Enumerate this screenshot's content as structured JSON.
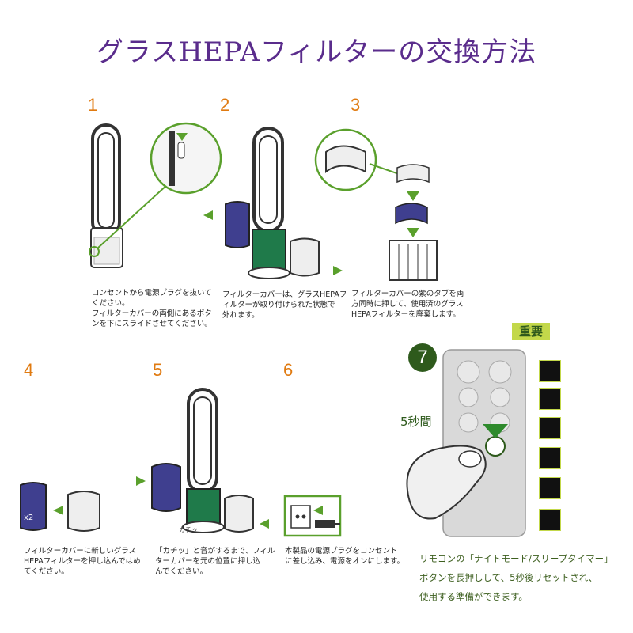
{
  "title": "グラスHEPAフィルターの交換方法",
  "steps": [
    {
      "number": "1",
      "caption": "コンセントから電源プラグを抜いて\nください。\nフィルターカバーの両側にあるボタ\nンを下にスライドさせてください。"
    },
    {
      "number": "2",
      "caption": "フィルターカバーは、グラスHEPAフ\nィルターが取り付けられた状態で\n外れます。"
    },
    {
      "number": "3",
      "caption": "フィルターカバーの紫のタブを両\n方同時に押して、使用済のグラス\nHEPAフィルターを廃棄します。"
    },
    {
      "number": "4",
      "caption": "フィルターカバーに新しいグラス\nHEPAフィルターを押し込んではめ\nてください。"
    },
    {
      "number": "5",
      "caption": "「カチッ」と音がするまで、フィル\nターカバーを元の位置に押し込\nんでください。"
    },
    {
      "number": "6",
      "caption": "本製品の電源プラグをコンセント\nに差し込み、電源をオンにします。"
    }
  ],
  "step7": {
    "number": "7",
    "important_label": "重要",
    "seconds_label": "5秒間",
    "x2_label": "x2",
    "click_label": "カチッ",
    "description": "リモコンの「ナイトモード/スリープタイマー」\nボタンを長押しして、5秒後リセットされ、\n使用する準備ができます。"
  },
  "colors": {
    "title": "#5a2c8c",
    "step_number": "#e07a10",
    "green": "#2e5a1c",
    "highlight": "#c3d84a",
    "filter_purple": "#3f3f8f",
    "filter_green": "#1f7a4a"
  }
}
